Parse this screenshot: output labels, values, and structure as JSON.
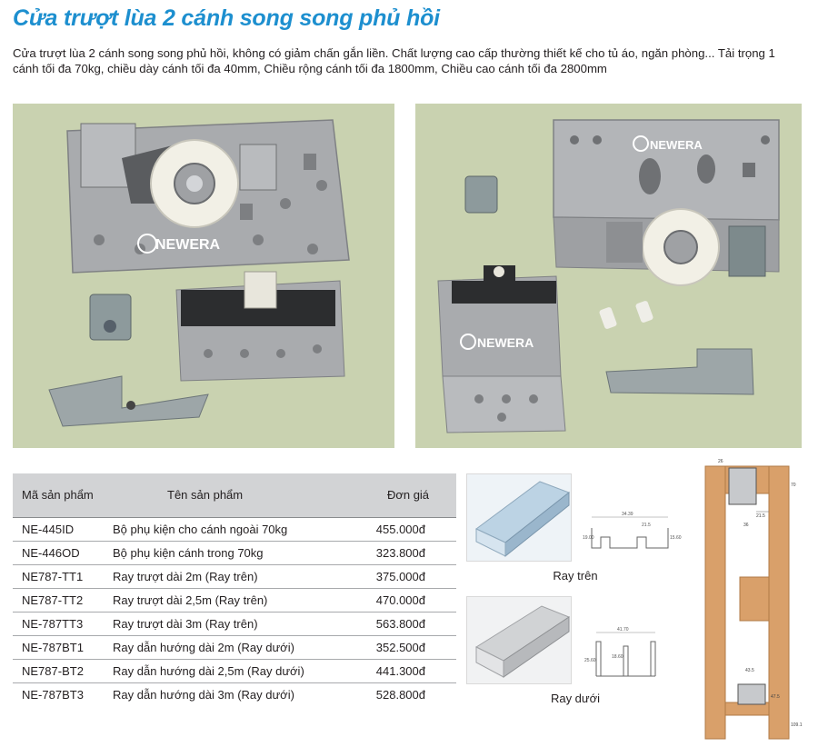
{
  "page": {
    "title": "Cửa trượt lùa 2 cánh song song phủ hồi",
    "description": "Cửa trượt lùa 2 cánh song song phủ hồi, không có giảm chấn gắn liền. Chất lượng cao cấp thường thiết kế cho tủ áo, ngăn phòng... Tải trọng 1 cánh tối đa 70kg, chiều dày cánh tối đa 40mm, Chiều rộng cánh tối đa 1800mm, Chiều cao cánh tối đa 2800mm"
  },
  "photos": {
    "left_logo": "NEWERA",
    "right_logo_top": "NEWERA",
    "right_logo_bottom": "NEWERA"
  },
  "table": {
    "headers": [
      "Mã sản phẩm",
      "Tên sản phẩm",
      "Đơn giá"
    ],
    "rows": [
      [
        "NE-445ID",
        "Bộ phụ kiện cho cánh ngoài 70kg",
        "455.000đ"
      ],
      [
        "NE-446OD",
        "Bộ phụ kiện cánh trong 70kg",
        "323.800đ"
      ],
      [
        "NE787-TT1",
        "Ray trượt dài 2m (Ray trên)",
        "375.000đ"
      ],
      [
        "NE787-TT2",
        "Ray trượt dài 2,5m (Ray trên)",
        "470.000đ"
      ],
      [
        "NE-787TT3",
        "Ray trượt dài 3m (Ray trên)",
        "563.800đ"
      ],
      [
        "NE-787BT1",
        "Ray dẫn hướng dài 2m (Ray dưới)",
        "352.500đ"
      ],
      [
        "NE787-BT2",
        "Ray dẫn hướng dài 2,5m (Ray dưới)",
        "441.300đ"
      ],
      [
        "NE-787BT3",
        "Ray dẫn hướng dài 3m (Ray dưới)",
        "528.800đ"
      ]
    ]
  },
  "rails": {
    "top_label": "Ray trên",
    "bottom_label": "Ray dưới",
    "top_dims": [
      "34.39",
      "21.5",
      "19.00",
      "15.60"
    ],
    "bottom_dims": [
      "41.70",
      "18.60",
      "25.60"
    ]
  },
  "section_drawing": {
    "dims": [
      "26",
      "70",
      "21.5",
      "36",
      "43.5",
      "47.5",
      "109.1"
    ]
  },
  "colors": {
    "title": "#1d8fcf",
    "photo_bg": "#c9d2b0",
    "table_header": "#d2d3d5",
    "wood": "#d9a06a"
  }
}
